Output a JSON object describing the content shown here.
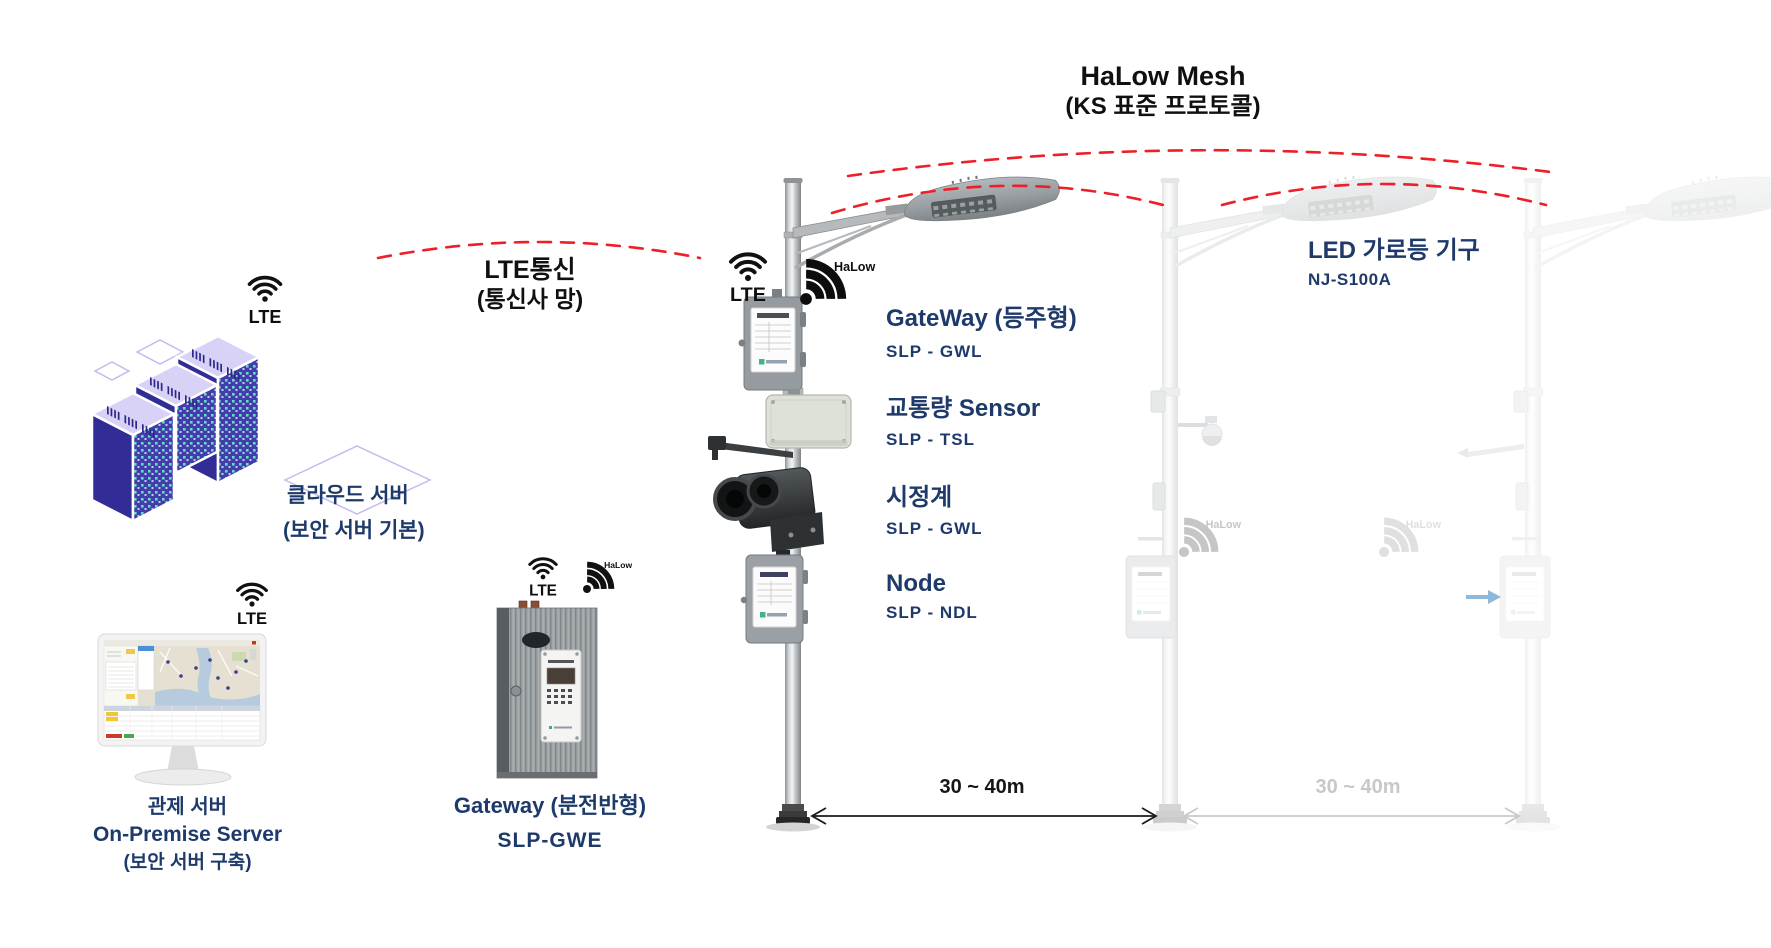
{
  "title": {
    "line1": "HaLow Mesh",
    "line2": "(KS 표준 프로토콜)"
  },
  "lte_link": {
    "line1": "LTE통신",
    "line2": "(통신사 망)"
  },
  "cloud_server": {
    "name": "클라우드 서버",
    "note": "(보안 서버 기본)"
  },
  "control_server": {
    "name": "관제 서버",
    "name_en": "On-Premise Server",
    "note": "(보안 서버 구축)"
  },
  "cabinet_gateway": {
    "name": "Gateway (분전반형)",
    "model": "SLP-GWE"
  },
  "pole_equipment": [
    {
      "name": "GateWay (등주형)",
      "model": "SLP - GWL"
    },
    {
      "name": "교통량 Sensor",
      "model": "SLP - TSL"
    },
    {
      "name": "시정계",
      "model": "SLP - GWL"
    },
    {
      "name": "Node",
      "model": "SLP - NDL"
    }
  ],
  "led_luminaire": {
    "name": "LED 가로등 기구",
    "model": "NJ-S100A"
  },
  "distances": {
    "span1": "30 ~ 40m",
    "span2": "30 ~ 40m"
  },
  "icons": {
    "lte": "LTE",
    "halow": "HaLow"
  },
  "colors": {
    "accent_navy": "#1e3a6b",
    "dash_red": "#ec2028",
    "fade_gray": "#c8c8c8"
  }
}
